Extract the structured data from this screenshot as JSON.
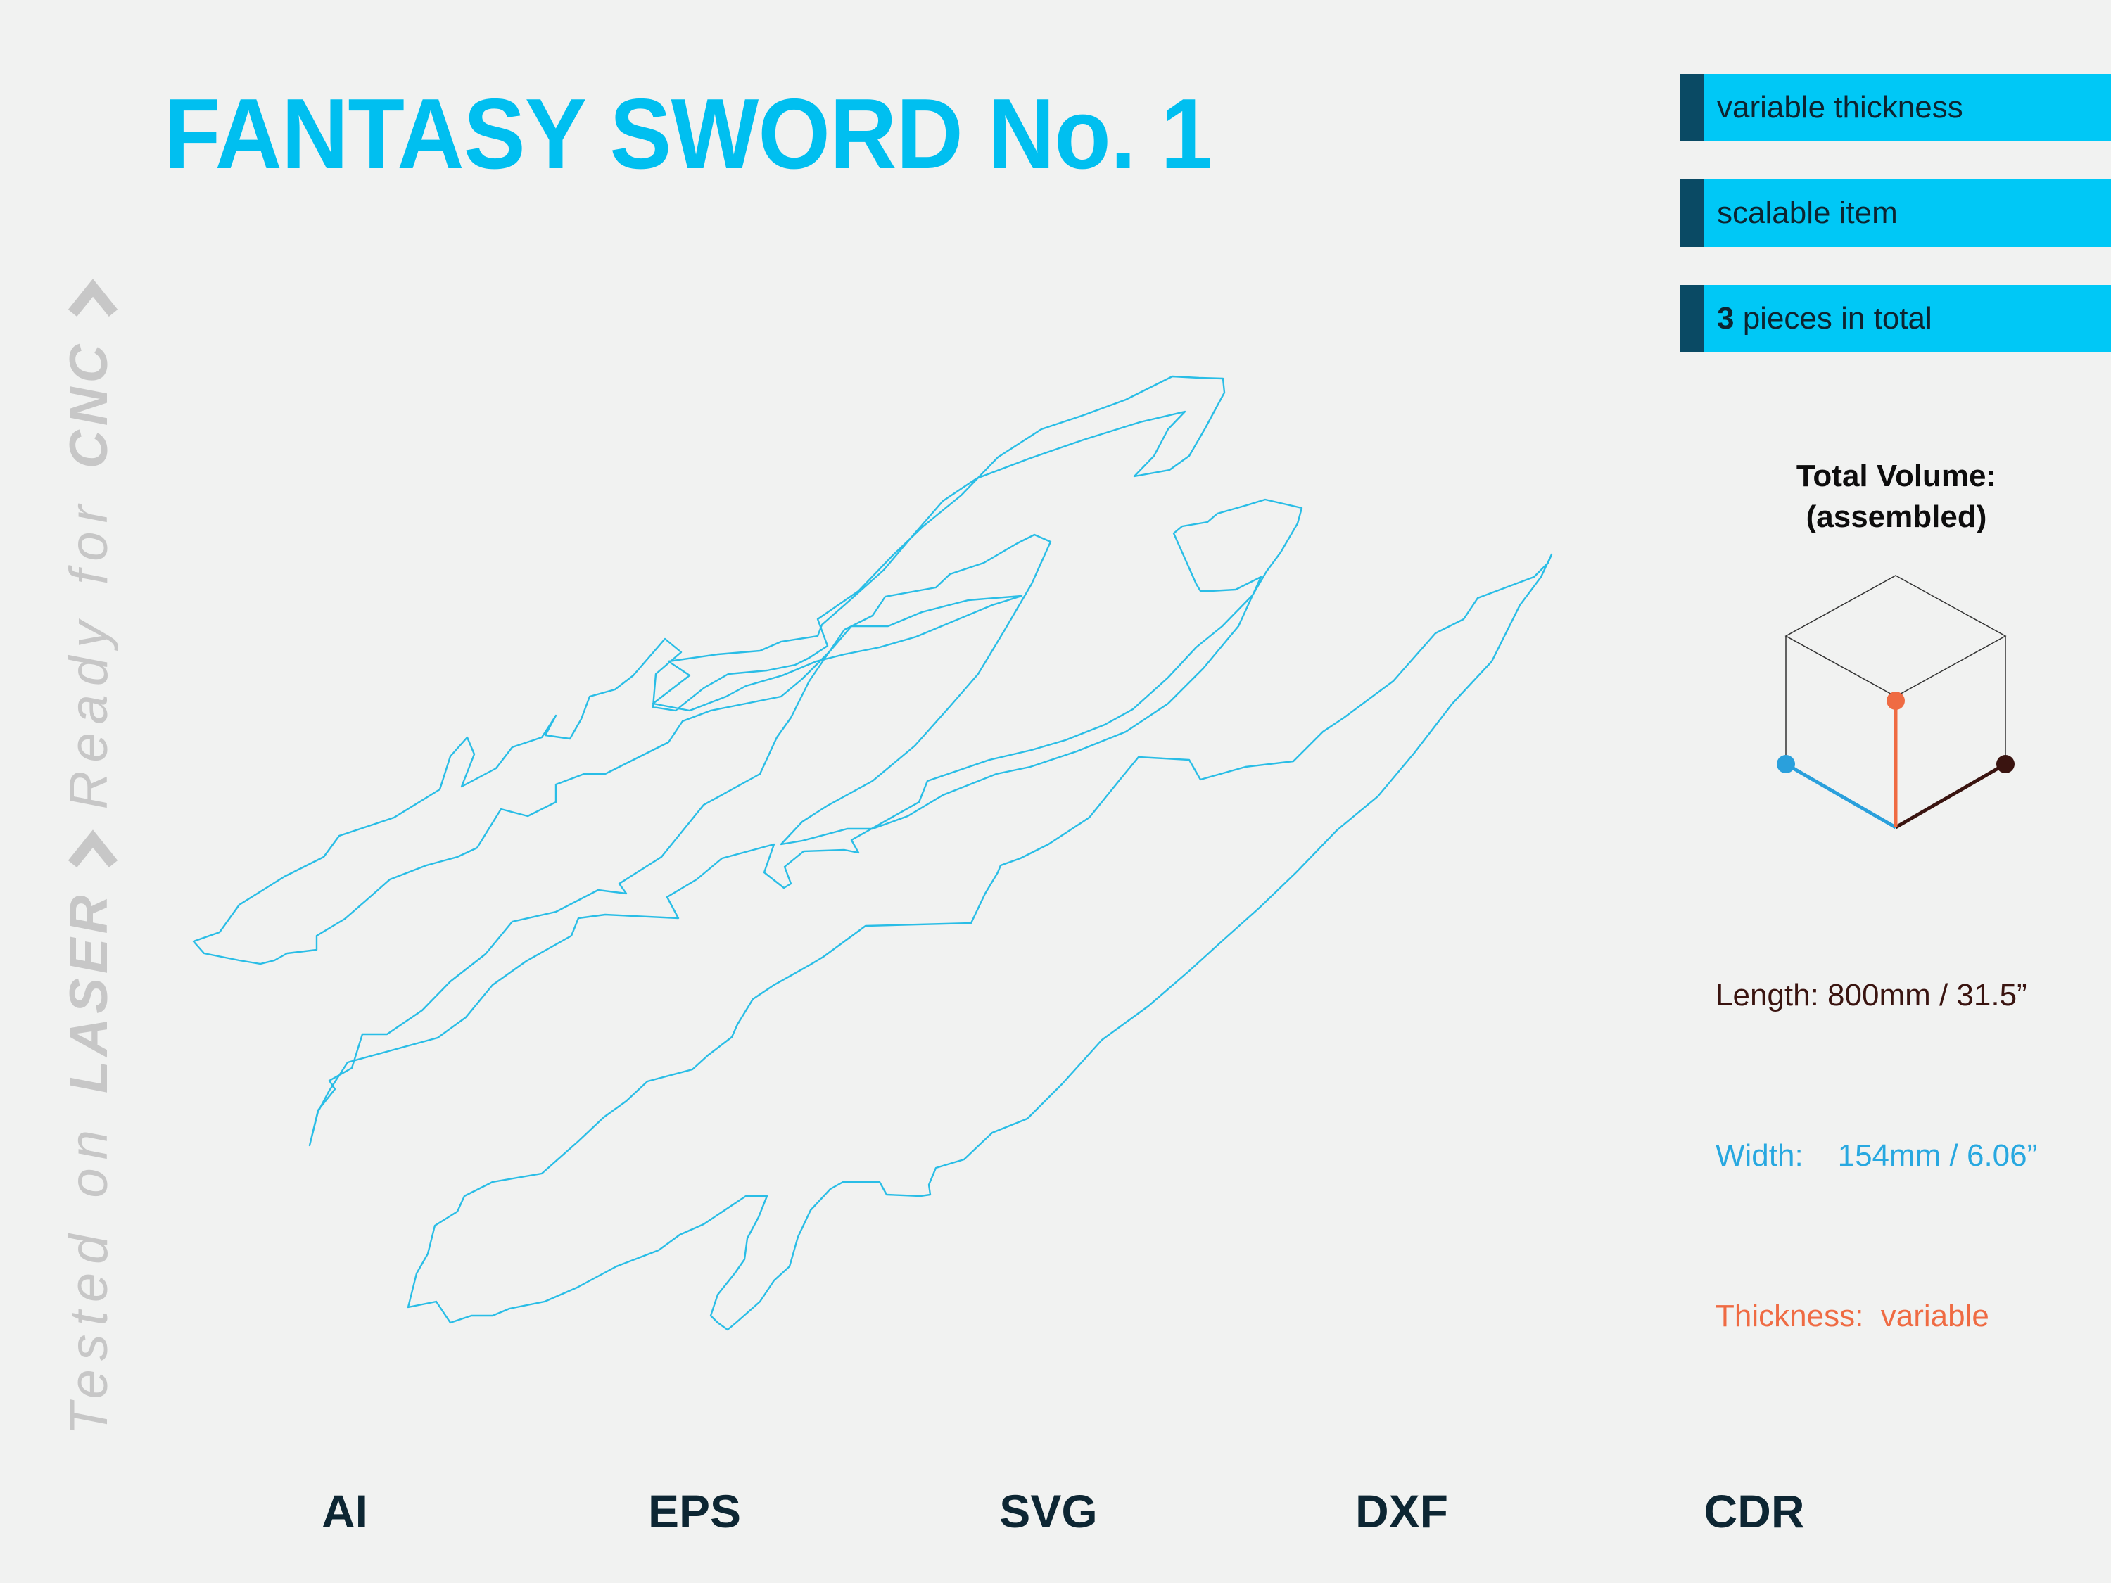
{
  "title": "FANTASY SWORD No. 1",
  "side_label": {
    "tested": "Tested",
    "on": "on",
    "laser": "LASER",
    "ready": "Ready",
    "for": "for",
    "cnc": "CNC"
  },
  "tags": [
    {
      "number": "",
      "text": "variable thickness"
    },
    {
      "number": "",
      "text": "scalable item"
    },
    {
      "number": "3",
      "text": " pieces in total"
    }
  ],
  "volume": {
    "title_line1": "Total Volume:",
    "title_line2": "(assembled)",
    "length": "Length: 800mm / 31.5”",
    "width": "Width:    154mm / 6.06”",
    "thickness": "Thickness:  variable"
  },
  "formats": [
    "AI",
    "EPS",
    "SVG",
    "DXF",
    "CDR"
  ],
  "colors": {
    "accent": "#00bff0",
    "tag_bg": "#00c8f6",
    "tag_bar": "#0a4a64",
    "length": "#3a1410",
    "width": "#28a8e0",
    "thickness": "#ef6b43",
    "outline": "#29bde6"
  }
}
